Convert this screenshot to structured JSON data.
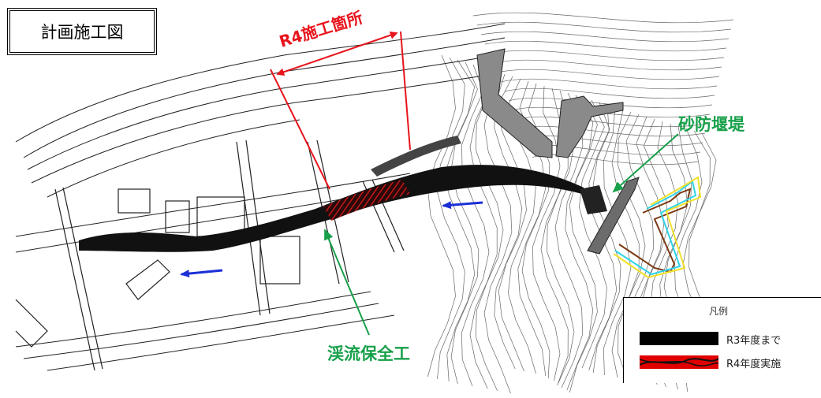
{
  "title": "計画施工図",
  "labels": {
    "r4_section": "R4施工箇所",
    "sabo_dam": "砂防堰堤",
    "keiryu": "渓流保全工"
  },
  "legend": {
    "title": "凡例",
    "items": [
      {
        "label": "R3年度まで",
        "color": "#000000"
      },
      {
        "label": "R4年度実施",
        "color": "#e00000"
      }
    ]
  },
  "colors": {
    "accent_red": "#e8141c",
    "label_green": "#17a04a",
    "flow_blue": "#1a2fd6",
    "creek_dark": "#111111",
    "dam_gray": "#7d7d7d",
    "outline_cyan": "#2fd3e8",
    "outline_yellow": "#f2e12a",
    "outline_brown": "#7a3a14"
  },
  "icons": {
    "flow_arrow": "flow-direction-arrow-icon",
    "pointer_arrow": "pointer-arrow-icon"
  }
}
